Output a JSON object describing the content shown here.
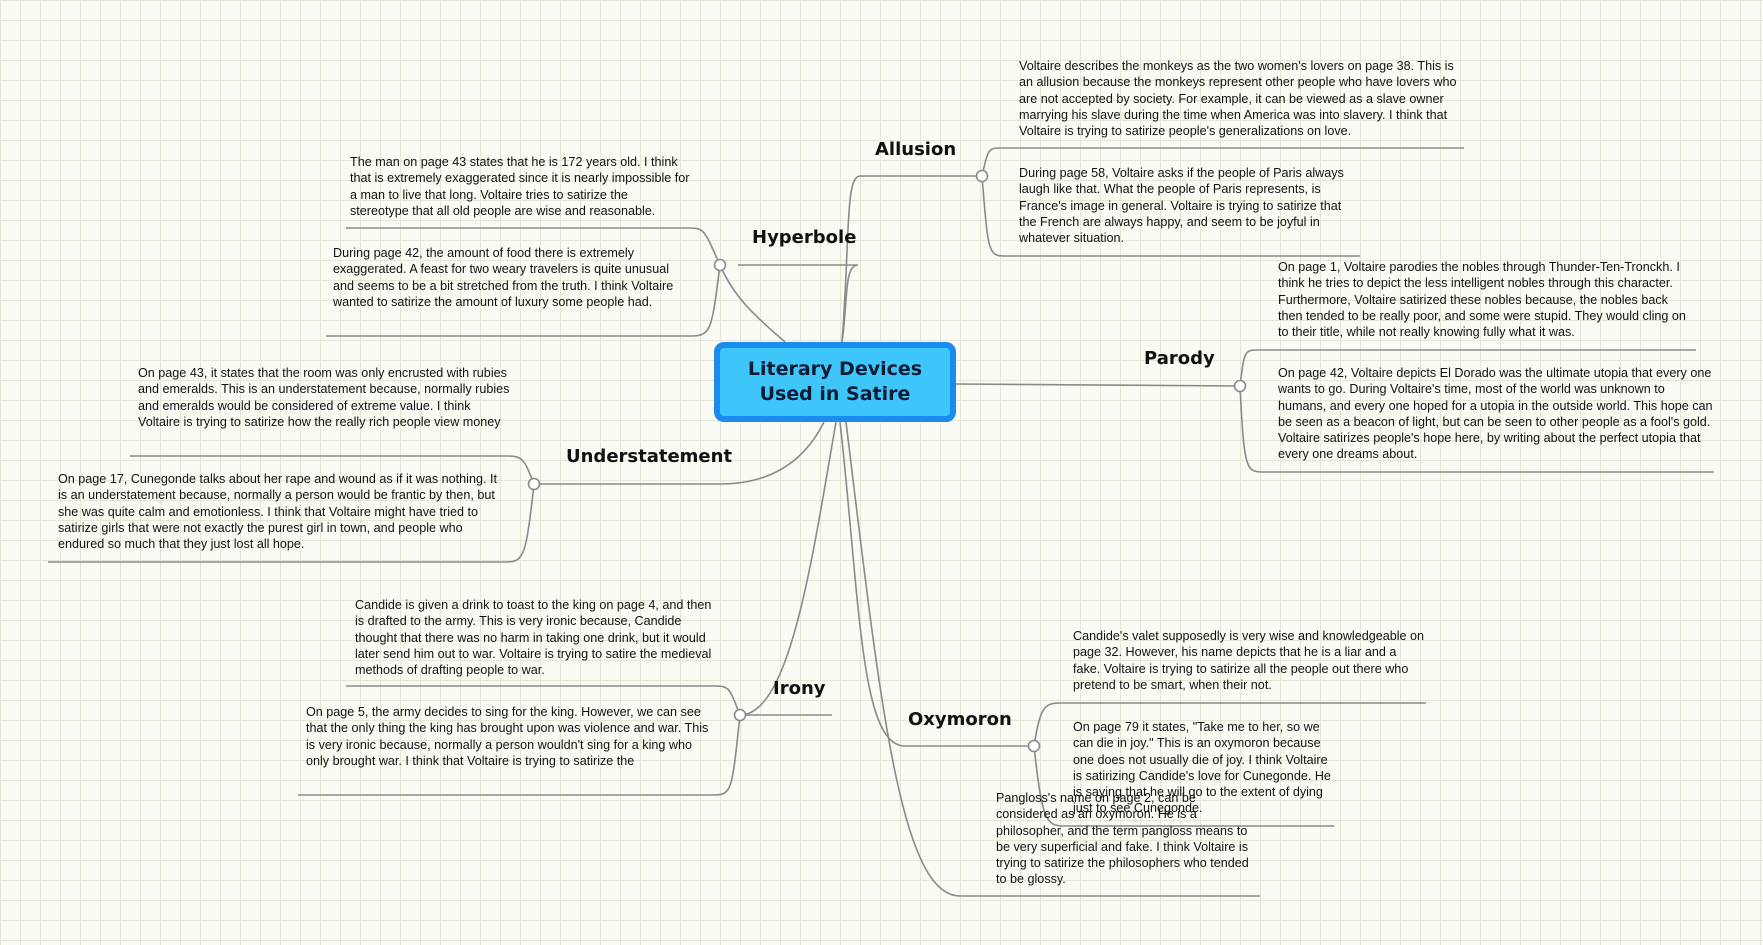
{
  "central": "Literary Devices Used in Satire",
  "topics": {
    "allusion": {
      "label": "Allusion",
      "notes": [
        "Voltaire describes the monkeys as the two women's lovers on page 38. This is an allusion because the monkeys represent other people who have lovers who are not accepted by society. For example, it can be viewed as a slave owner marrying his slave during the time when America was into slavery. I think that Voltaire is trying to satirize people's generalizations on love.",
        "During page 58, Voltaire asks if the people of Paris always laugh like that. What the people of Paris represents, is France's image in general. Voltaire is trying to satirize that the French are always happy, and seem to be joyful in whatever situation."
      ]
    },
    "hyperbole": {
      "label": "Hyperbole",
      "notes": [
        "The man on page 43 states that he is 172 years old. I think that is extremely exaggerated since it is nearly impossible for a man to live that long. Voltaire tries to satirize the stereotype that all old people are wise and reasonable.",
        "During page 42, the amount of food there is extremely exaggerated. A feast for two weary travelers is quite unusual and seems to be a bit stretched from the truth. I think Voltaire wanted to satirize the amount of luxury some people had."
      ]
    },
    "parody": {
      "label": "Parody",
      "notes": [
        "On page 1, Voltaire parodies the nobles through Thunder-Ten-Tronckh. I think he tries to depict the less intelligent nobles through this character. Furthermore, Voltaire satirized these nobles because, the nobles back then tended to be really poor, and some were stupid. They would cling on to their title, while not really knowing fully what it was.",
        "On page 42, Voltaire depicts El Dorado was the ultimate utopia that every one wants to go. During Voltaire's time, most of the world was unknown to humans, and every one hoped for a utopia in the outside world. This hope can be seen as a beacon of light, but can be seen to other people as a fool's gold. Voltaire satirizes people's hope here, by writing about the perfect utopia that every one dreams about."
      ]
    },
    "understatement": {
      "label": "Understatement",
      "notes": [
        "On page 43, it states that the room was only encrusted with rubies and emeralds. This is an understatement because, normally rubies and emeralds would be considered of extreme value. I think Voltaire is trying to satirize how the really rich people view money",
        "On page 17, Cunegonde talks about her rape and wound as if it was nothing. It is an understatement because, normally a person would be frantic by then, but she was quite calm and emotionless. I think that Voltaire might have tried to satirize girls that were not exactly the purest girl in town, and people who endured so much that they just lost all hope."
      ]
    },
    "irony": {
      "label": "Irony",
      "notes": [
        "Candide is given a drink to toast to the king on page 4, and then is drafted to the army. This is very ironic because, Candide thought that there was no harm in taking one drink, but it would later send him out to war. Voltaire is trying to satire the medieval methods of drafting people to war.",
        "On page 5, the army decides to sing for the king. However, we can see that the only thing the king has brought upon was violence and war. This is very ironic because, normally a person wouldn't sing for a king who only brought war. I think that Voltaire is trying to satirize the"
      ]
    },
    "oxymoron": {
      "label": "Oxymoron",
      "notes": [
        "Candide's valet supposedly is very wise and knowledgeable on page 32. However, his name depicts that he is a liar and a fake. Voltaire is trying to satirize all the people out there who pretend to be smart, when their not.",
        "On page 79 it states, \"Take me to her, so we can die in joy.\" This is an oxymoron because one does not usually die of joy. I think Voltaire is satirizing Candide's love for Cunegonde. He is saying that he will go to the extent of dying just to see Cunegonde."
      ]
    },
    "pangloss": {
      "note": "Pangloss's name on page 2, can be considered as an oxymoron. He is a philosopher, and the term pangloss means to be very superficial and fake. I think Voltaire is trying to satirize the philosophers who tended to be glossy."
    }
  },
  "colors": {
    "central_fill": "#3ec6fb",
    "central_border": "#1a8cf0",
    "connector": "#8a8a8a",
    "grid": "#e6e6d8",
    "background": "#fbfbf5"
  }
}
